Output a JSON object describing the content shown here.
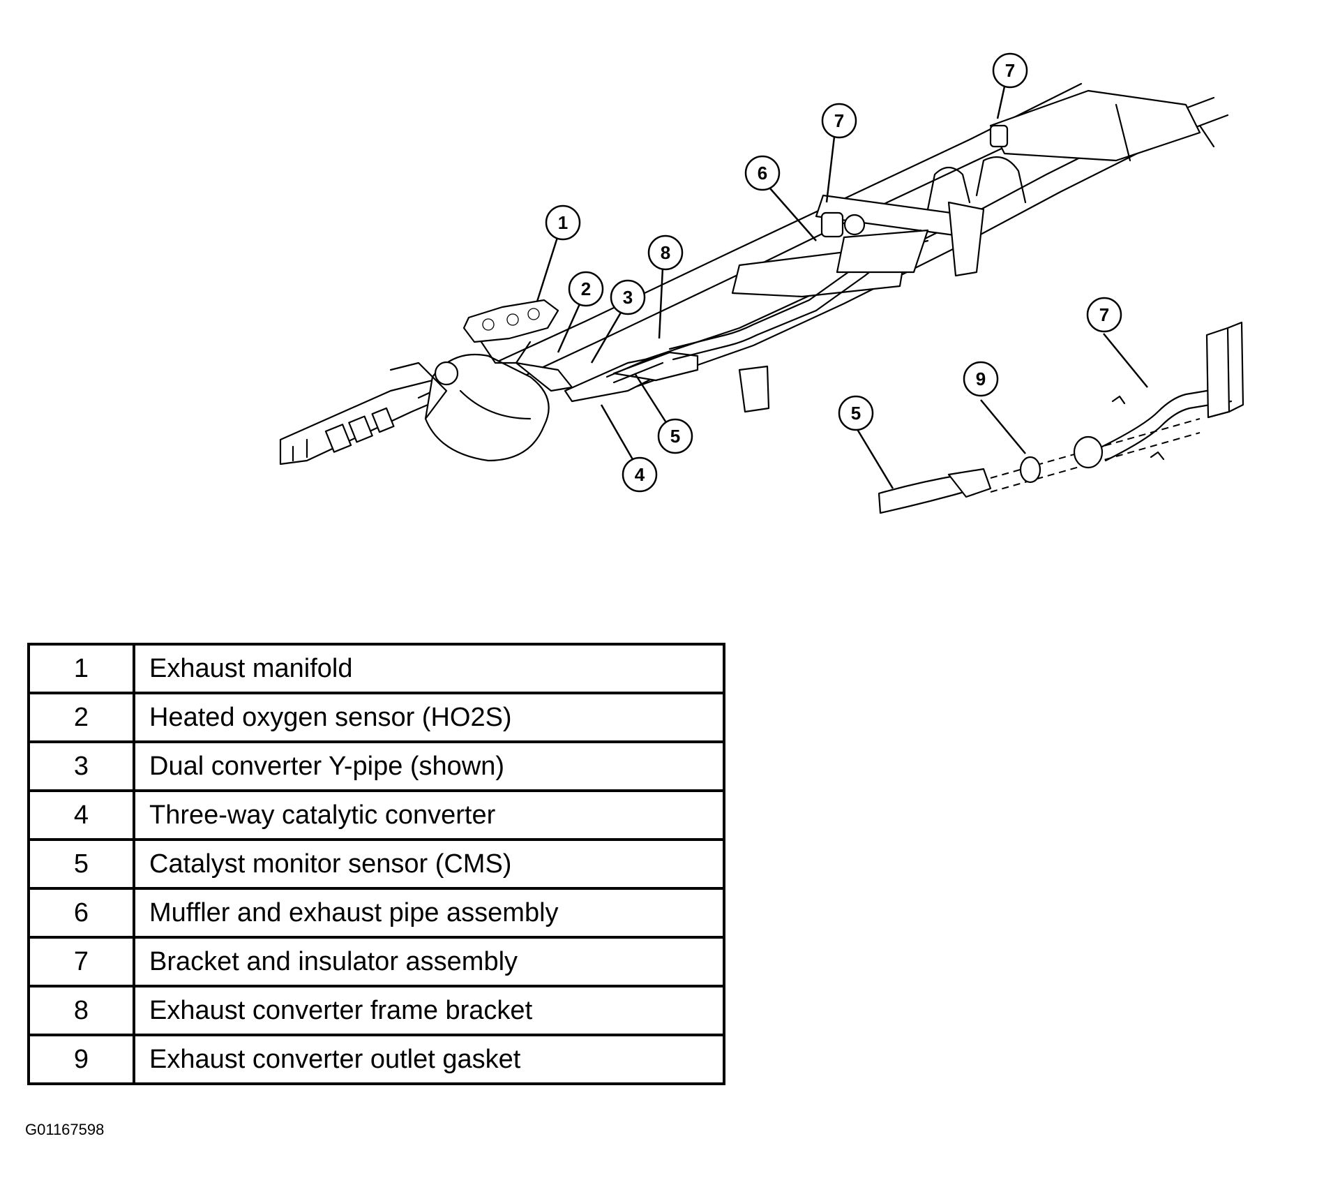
{
  "callouts": {
    "c1": "1",
    "c2": "2",
    "c3": "3",
    "c4": "4",
    "c5a": "5",
    "c6": "6",
    "c7a": "7",
    "c7b": "7",
    "c7c": "7",
    "c8": "8",
    "c9": "9",
    "c5b": "5"
  },
  "legend": {
    "rows": [
      {
        "num": "1",
        "desc": "Exhaust manifold"
      },
      {
        "num": "2",
        "desc": "Heated oxygen sensor (HO2S)"
      },
      {
        "num": "3",
        "desc": "Dual converter Y-pipe (shown)"
      },
      {
        "num": "4",
        "desc": "Three-way catalytic converter"
      },
      {
        "num": "5",
        "desc": "Catalyst monitor sensor (CMS)"
      },
      {
        "num": "6",
        "desc": "Muffler and exhaust pipe assembly"
      },
      {
        "num": "7",
        "desc": "Bracket and insulator assembly"
      },
      {
        "num": "8",
        "desc": "Exhaust converter frame bracket"
      },
      {
        "num": "9",
        "desc": "Exhaust converter outlet gasket"
      }
    ]
  },
  "figure_id": "G01167598"
}
